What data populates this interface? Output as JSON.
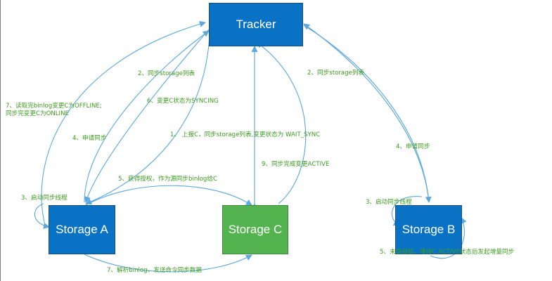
{
  "colors": {
    "node_blue": "#0a72c4",
    "node_green": "#53b34f",
    "edge": "#5aa8dd",
    "label": "#3c9a1e"
  },
  "nodes": {
    "tracker": "Tracker",
    "storage_a": "Storage A",
    "storage_b": "Storage B",
    "storage_c": "Storage C"
  },
  "labels": {
    "a_sync_list": "2、同步storage列表",
    "a_set_syncing": "6、变更C状态为SYNCING",
    "a_read_binlog_line1": "7、读取完binlog变更C为OFFLINE;",
    "a_read_binlog_line2": "同步完变更C为ONLINE",
    "a_apply_sync": "4、申请同步",
    "c_report": "1、 上报C，同步storage列表,变更状态为 WAIT_SYNC",
    "a_get_auth": "5、获得授权，作为源同步binlog给C",
    "c_complete": "9、同步完成变更ACTIVE",
    "a_start_thread": "3、启动同步线程",
    "a_parse_binlog": "7、解析binlog，发送命令同步数据",
    "b_sync_list": "2、同步storage列表",
    "b_apply_sync": "4、申请同步",
    "b_start_thread": "3、启动同步线程",
    "b_no_auth": "5、未获授权，等待C ACTIVE状态后发起增量同步"
  }
}
